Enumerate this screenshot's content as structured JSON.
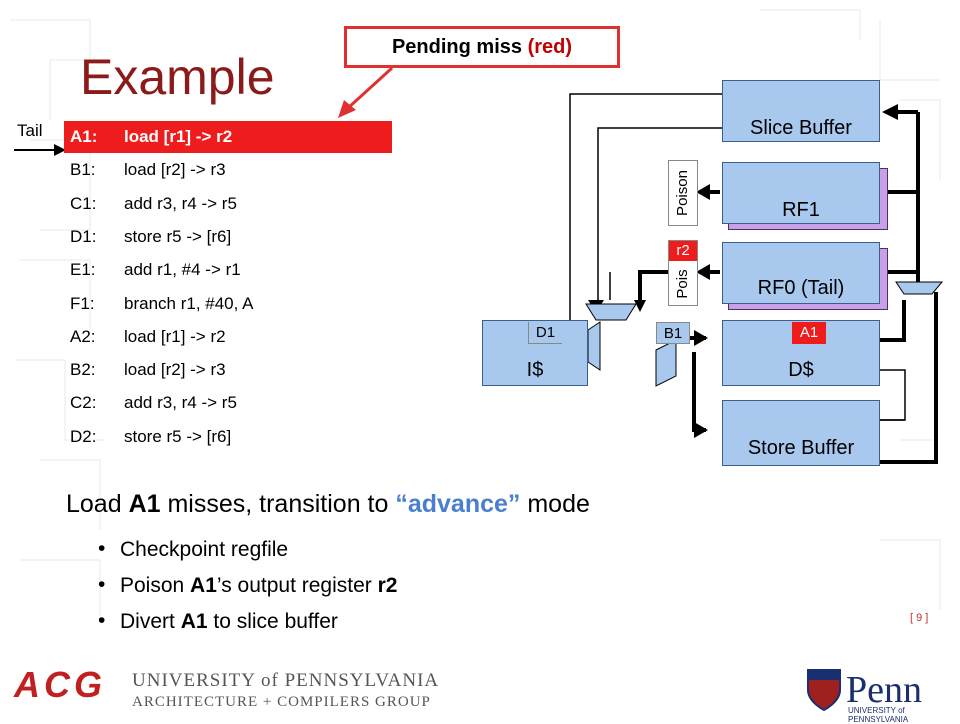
{
  "slide": {
    "title": "Example",
    "callout": {
      "text": "Pending miss ",
      "red_text": "(red)"
    },
    "tail_label": "Tail",
    "page_number": "[ 9 ]"
  },
  "instructions": [
    {
      "label": "A1:",
      "text": "load [r1] -> r2",
      "highlight": true
    },
    {
      "label": "B1:",
      "text": "load [r2] -> r3"
    },
    {
      "label": "C1:",
      "text": "add r3, r4 -> r5"
    },
    {
      "label": "D1:",
      "text": "store r5 -> [r6]"
    },
    {
      "label": "E1:",
      "text": "add r1, #4 -> r1"
    },
    {
      "label": "F1:",
      "text": "branch r1, #40, A"
    },
    {
      "label": "A2:",
      "text": "load [r1] -> r2"
    },
    {
      "label": "B2:",
      "text": "load [r2] -> r3"
    },
    {
      "label": "C2:",
      "text": "add r3, r4 -> r5"
    },
    {
      "label": "D2:",
      "text": "store r5 -> [r6]"
    }
  ],
  "diagram": {
    "slice_buffer": "Slice Buffer",
    "rf1": "RF1",
    "rf0": "RF0 (Tail)",
    "icache": "I$",
    "icache_tag": "D1",
    "dcache": "D$",
    "dcache_tag": "A1",
    "b1_tag": "B1",
    "store_buffer": "Store Buffer",
    "poison1": "Poison",
    "poison0": "Pois",
    "poison0_reg": "r2",
    "colors": {
      "highlight": "#ee1c1c",
      "box": "#a9c8ee",
      "rf": "#c8a0e8",
      "advance": "#4a7fd0"
    }
  },
  "main": {
    "subtitle_pre": "Load ",
    "subtitle_bold": "A1",
    "subtitle_mid": " misses, transition to ",
    "subtitle_adv": "“advance”",
    "subtitle_post": " mode",
    "bullets": [
      {
        "pre": "Checkpoint regfile",
        "b1": "",
        "mid": "",
        "b2": ""
      },
      {
        "pre": "Poison ",
        "b1": "A1",
        "mid": "’s output register ",
        "b2": "r2"
      },
      {
        "pre": "Divert ",
        "b1": "A1",
        "mid": " to slice buffer",
        "b2": ""
      }
    ]
  },
  "footer": {
    "acg": "ACG",
    "univ_line1": "UNIVERSITY of PENNSYLVANIA",
    "univ_line2": "ARCHITECTURE + COMPILERS GROUP",
    "penn": "Penn",
    "penn_sub": "UNIVERSITY of PENNSYLVANIA"
  }
}
